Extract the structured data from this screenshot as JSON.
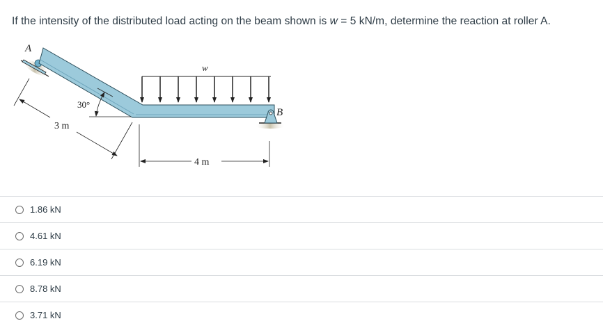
{
  "question": {
    "prefix": "If the intensity of the distributed load acting on the beam shown is ",
    "variable": "w",
    "suffix": " = 5 kN/m, determine the reaction at roller A."
  },
  "figure": {
    "label_A": "A",
    "label_B": "B",
    "label_w": "w",
    "angle_label": "30°",
    "incline_length": "3 m",
    "horizontal_length": "4 m",
    "beam_color": "#9ccadb",
    "beam_edge_color": "#3f6f82"
  },
  "answers": [
    {
      "label": "1.86 kN",
      "selected": false
    },
    {
      "label": "4.61 kN",
      "selected": false
    },
    {
      "label": "6.19 kN",
      "selected": false
    },
    {
      "label": "8.78 kN",
      "selected": false
    },
    {
      "label": "3.71 kN",
      "selected": false
    }
  ]
}
